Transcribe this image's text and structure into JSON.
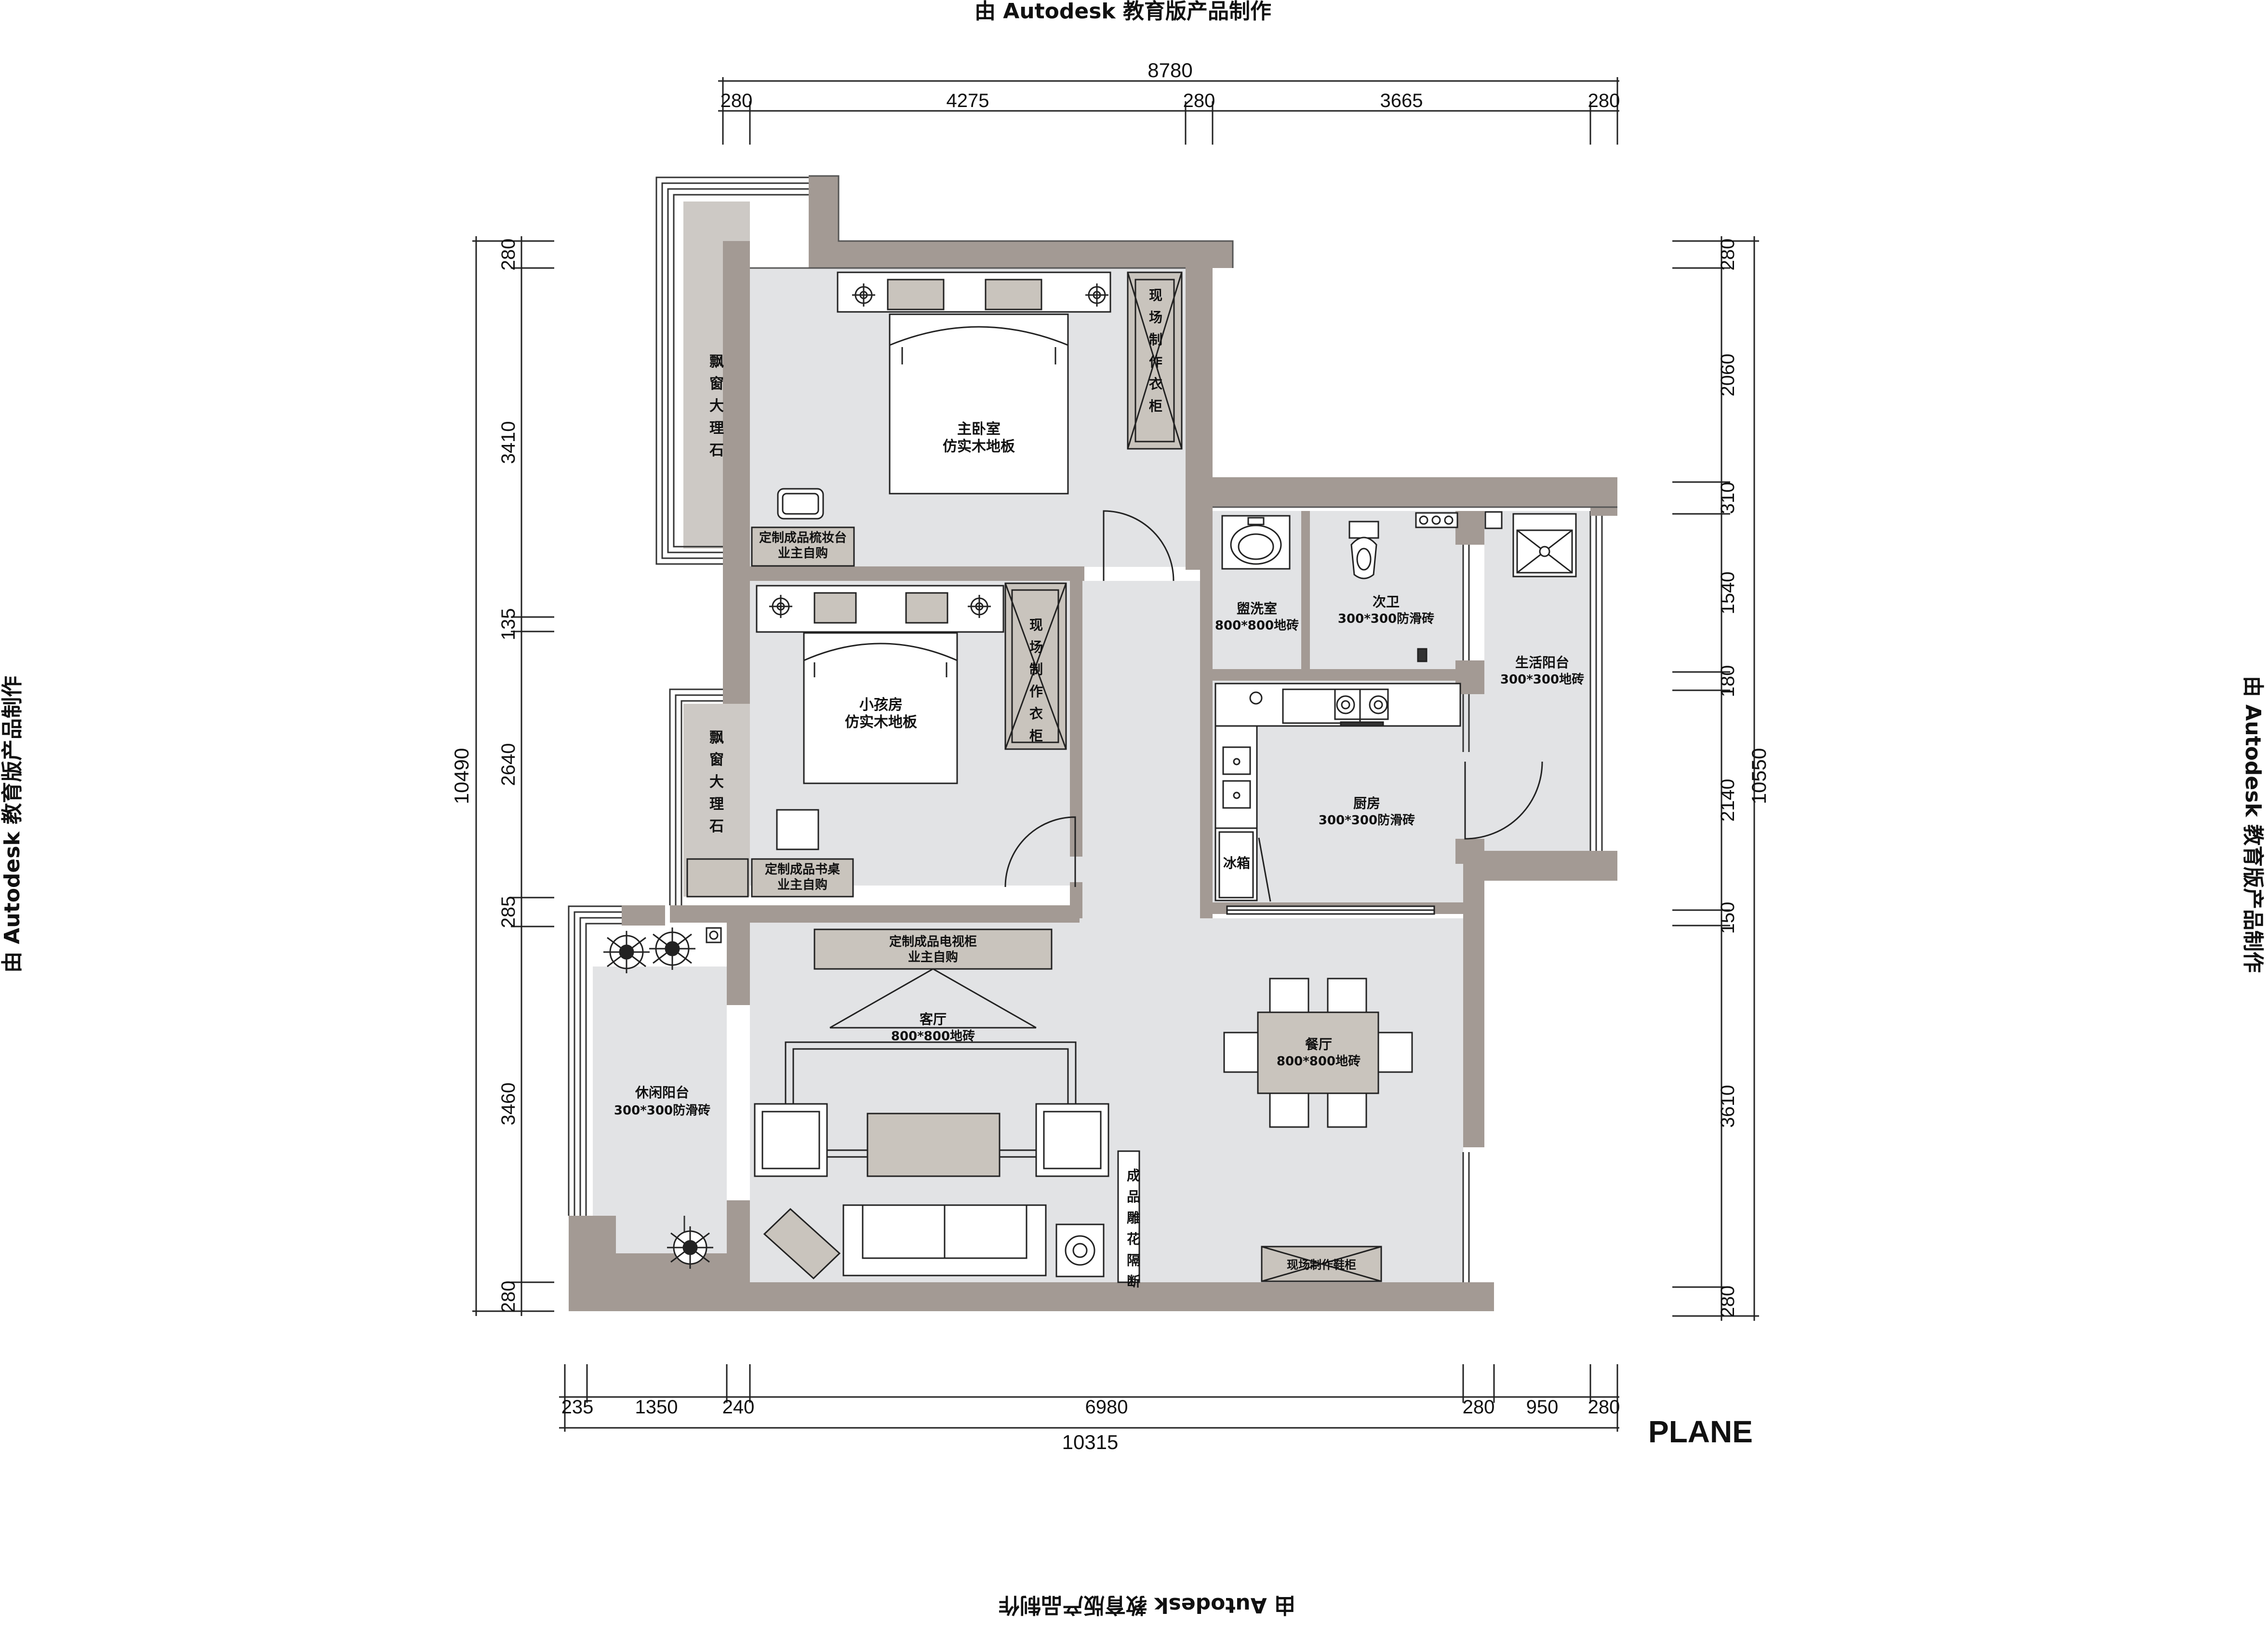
{
  "watermark": "由 Autodesk 教育版产品制作",
  "title": "PLANE",
  "dims": {
    "top_total": "8780",
    "top": [
      "280",
      "4275",
      "280",
      "3665",
      "280"
    ],
    "bottom_total": "10315",
    "bottom": [
      "235",
      "1350",
      "240",
      "6980",
      "280",
      "950",
      "280"
    ],
    "left_total": "10490",
    "left": [
      "280",
      "3410",
      "135",
      "2640",
      "285",
      "3460",
      "280"
    ],
    "right_total": "10550",
    "right": [
      "280",
      "2060",
      "310",
      "1540",
      "180",
      "2140",
      "150",
      "3610",
      "280"
    ]
  },
  "rooms": {
    "master_name": "主卧室",
    "master_floor": "仿实木地板",
    "kid_name": "小孩房",
    "kid_floor": "仿实木地板",
    "wash_name": "盥洗室",
    "wash_floor": "800*800地砖",
    "wc_name": "次卫",
    "wc_floor": "300*300防滑砖",
    "service_name": "生活阳台",
    "service_floor": "300*300地砖",
    "kitchen_name": "厨房",
    "kitchen_floor": "300*300防滑砖",
    "living_name": "客厅",
    "living_floor": "800*800地砖",
    "dining_name": "餐厅",
    "dining_floor": "800*800地砖",
    "leisure_name": "休闲阳台",
    "leisure_floor": "300*300防滑砖"
  },
  "labels": {
    "bay1": [
      "飘",
      "窗",
      "大",
      "理",
      "石"
    ],
    "bay2": [
      "飘",
      "窗",
      "大",
      "理",
      "石"
    ],
    "wardrobe1": [
      "现",
      "场",
      "制",
      "作",
      "衣",
      "柜"
    ],
    "wardrobe2": [
      "现",
      "场",
      "制",
      "作",
      "衣",
      "柜"
    ],
    "dresser_1": "定制成品梳妆台",
    "dresser_2": "业主自购",
    "desk_1": "定制成品书桌",
    "desk_2": "业主自购",
    "tv_1": "定制成品电视柜",
    "tv_2": "业主自购",
    "fridge": "冰箱",
    "partition": [
      "成",
      "品",
      "雕",
      "花",
      "隔",
      "断"
    ],
    "shoe_cab": "现场制作鞋柜"
  },
  "colors": {
    "wall": "#a39a94",
    "floor": "#e2e3e5",
    "bay": "#cdc9c5",
    "accent": "#c9c4bd"
  }
}
